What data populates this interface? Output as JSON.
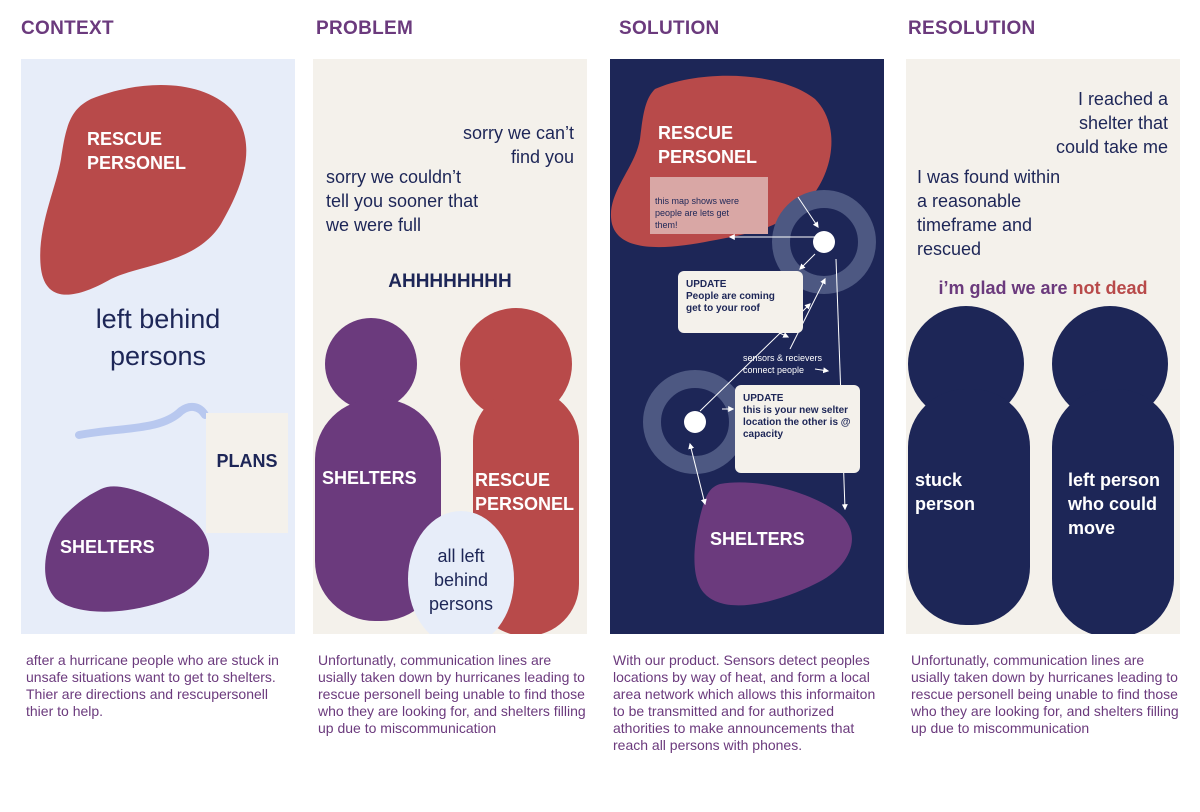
{
  "headings": {
    "context": "CONTEXT",
    "problem": "PROBLEM",
    "solution": "SOLUTION",
    "resolution": "RESOLUTION"
  },
  "context": {
    "rescue_label": "RESCUE\nPERSONEL",
    "left_behind": "left behind\npersons",
    "plans": "PLANS",
    "shelters": "SHELTERS"
  },
  "problem": {
    "quote_1": "sorry we can’t\nfind you",
    "quote_2": "sorry we couldn’t\ntell you sooner that\nwe were full",
    "scream": "AHHHHHHHH",
    "shelters": "SHELTERS",
    "rescue": "RESCUE\nPERSONEL",
    "all_left": "all left\nbehind\npersons"
  },
  "solution": {
    "rescue_label": "RESCUE\nPERSONEL",
    "map_note": "this map shows were\npeople are lets get\nthem!",
    "update_1_title": "UPDATE",
    "update_1_body": "People are coming\nget to your roof",
    "sensors": "sensors & recievers\nconnect people",
    "update_2_title": "UPDATE",
    "update_2_body": "this is your new selter\nlocation the other is @\ncapacity",
    "shelters": "SHELTERS"
  },
  "resolution": {
    "quote_1": "I reached a\nshelter that\ncould take me",
    "quote_2": "I was found within\na reasonable\ntimeframe and\nrescued",
    "glad_1": "i’m glad we are ",
    "glad_2": "not dead",
    "stuck": "stuck\nperson",
    "left_person": "left person\nwho could\nmove"
  },
  "captions": {
    "context": "after a hurricane people who are stuck in unsafe situations want to get to shelters. Thier are directions and rescupersonell thier to help.",
    "problem": "Unfortunatly, communication lines are usially taken down by hurricanes leading to rescue personell being unable to find those who they are looking for, and shelters filling up due to miscommunication",
    "solution": "With our product. Sensors detect peoples locations by way of heat, and form a local area network which allows this informaiton to be transmitted and for authorized athorities to make announcements that reach all persons with phones.",
    "resolution": "Unfortunatly, communication lines are usially taken down by hurricanes leading to rescue personell being unable to find those who they are looking for, and shelters filling up due to miscommunication"
  },
  "colors": {
    "heading": "#6b3a7d",
    "rescue_red": "#b84a4a",
    "shelter_purple": "#6b3a7d",
    "navy": "#1d2657",
    "context_bg": "#e7edf9",
    "cream_bg": "#f4f1eb"
  }
}
